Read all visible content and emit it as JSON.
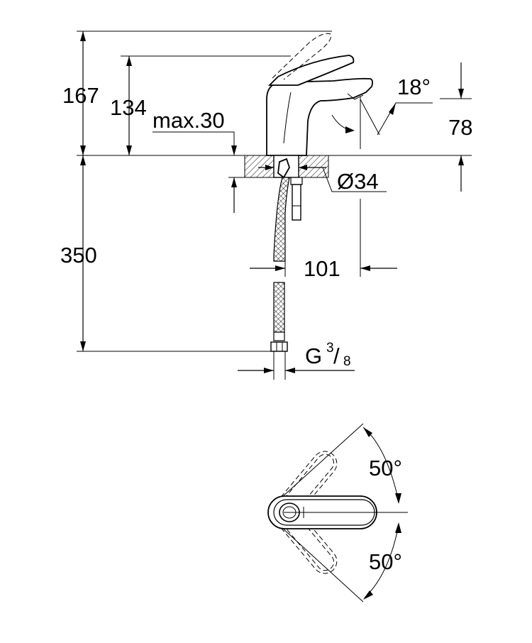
{
  "side_view": {
    "dim_total_height": "167",
    "dim_spout_height": "134",
    "dim_max_thickness": "max.30",
    "dim_angle": "18°",
    "dim_outlet_height": "78",
    "dim_hole_diameter": "Ø34",
    "dim_hose_length": "350",
    "dim_projection": "101",
    "connection_main": "G",
    "connection_num": "3",
    "connection_sep": "/",
    "connection_den": "8"
  },
  "top_view": {
    "dim_angle_upper": "50°",
    "dim_angle_lower": "50°"
  }
}
